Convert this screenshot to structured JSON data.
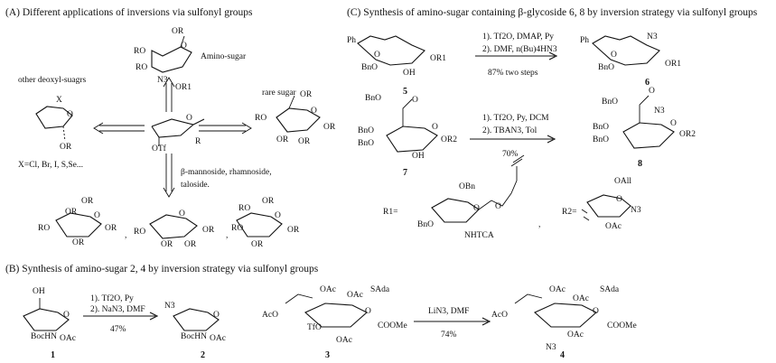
{
  "sections": {
    "a": {
      "title": "(A) Different applications of inversions via sulfonyl groups"
    },
    "b": {
      "title": "(B) Synthesis of amino-sugar 2, 4 by inversion strategy via sulfonyl groups"
    },
    "c": {
      "title": "(C) Synthesis of amino-sugar containing β-glycoside 6, 8 by inversion strategy via sulfonyl groups"
    }
  },
  "panel_a": {
    "amino_sugar": "Amino-sugar",
    "other_deoxy": "other deoxyl-suagrs",
    "rare_sugar": "rare sugar",
    "halide_note": "X=Cl, Br, I, S,Se...",
    "center_leaving": "OTf",
    "center_r": "R",
    "mannoside_note_1": "β-mannoside, rhamnoside,",
    "mannoside_note_2": "taloside.",
    "atoms": {
      "or": "OR",
      "or1": "OR1",
      "n3": "N3",
      "ro": "RO",
      "x": "X",
      "o": "O",
      "comma": ","
    }
  },
  "panel_b": {
    "r1_cond1": "1). Tf2O, Py",
    "r1_cond2": "2). NaN3, DMF",
    "r1_yield": "47%",
    "r2_cond": "LiN3, DMF",
    "r2_yield": "74%",
    "compounds": [
      "1",
      "2",
      "3",
      "4"
    ],
    "atoms": {
      "oh": "OH",
      "bochn": "BocHN",
      "oac": "OAc",
      "n3": "N3",
      "aco": "AcO",
      "tfo": "TfO",
      "sada": "SAda",
      "coome": "COOMe",
      "o": "O"
    }
  },
  "panel_c": {
    "r1_cond1": "1). Tf2O, DMAP, Py",
    "r1_cond2": "2). DMF, n(Bu)4HN3",
    "r1_yield": "87% two steps",
    "r2_cond1": "1). Tf2O, Py, DCM",
    "r2_cond2": "2). TBAN3, Tol",
    "r2_yield": "70%",
    "compounds": [
      "5",
      "6",
      "7",
      "8"
    ],
    "r1_label": "R1=",
    "r2_label": "R2=",
    "atoms": {
      "ph": "Ph",
      "bno": "BnO",
      "oh": "OH",
      "or1": "OR1",
      "or2": "OR2",
      "n3": "N3",
      "o": "O",
      "obn": "OBn",
      "nhtca": "NHTCA",
      "oall": "OAll",
      "oac": "OAc",
      "comma": ","
    }
  }
}
